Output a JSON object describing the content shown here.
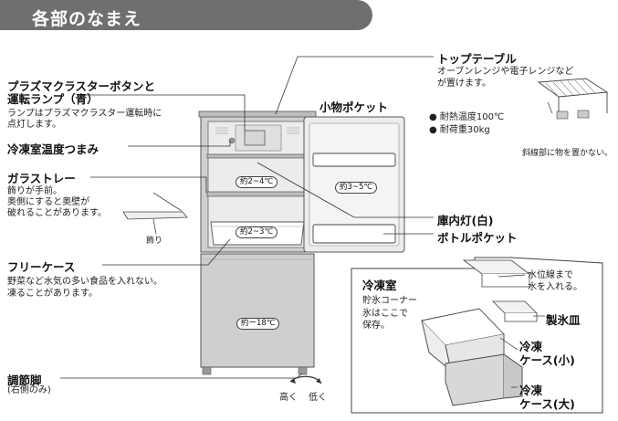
{
  "header": {
    "title": "各部のなまえ"
  },
  "labels": {
    "plasma_title_1": "プラズマクラスターボタンと",
    "plasma_title_2": "運転ランプ（青）",
    "plasma_desc_1": "ランプはプラズマクラスター運転時に",
    "plasma_desc_2": "点灯します。",
    "freezer_knob": "冷凍室温度つまみ",
    "glass_tray": "ガラストレー",
    "glass_desc_1": "飾りが手前。",
    "glass_desc_2": "奥側にすると奥壁が",
    "glass_desc_3": "破れることがあります。",
    "trim": "飾り",
    "free_case": "フリーケース",
    "free_desc_1": "野菜など水気の多い食品を入れない。",
    "free_desc_2": "凍ることがあります。",
    "adjust_foot": "調節脚",
    "adjust_sub": "(右側のみ)",
    "high": "高く",
    "low": "低く",
    "top_table": "トップテーブル",
    "top_desc_1": "オーブンレンジや電子レンジなど",
    "top_desc_2": "が置けます。",
    "heat_resist": "● 耐熱温度100℃",
    "load_limit": "● 耐荷重30kg",
    "slope_note": "斜線部に物を置かない。",
    "small_pocket": "小物ポケット",
    "interior_light": "庫内灯(白)",
    "bottle_pocket": "ボトルポケット",
    "freezer_room": "冷凍室",
    "ice_corner": "貯氷コーナー",
    "ice_desc_1": "氷はここで",
    "ice_desc_2": "保存。",
    "water_line_1": "水位線まで",
    "water_line_2": "水を入れる。",
    "ice_tray": "製氷皿",
    "freeze_case_small_1": "冷凍",
    "freeze_case_small_2": "ケース(小)",
    "freeze_case_large_1": "冷凍",
    "freeze_case_large_2": "ケース(大)"
  },
  "temps": {
    "shelf_upper": "約2~4℃",
    "shelf_lower": "約2~3℃",
    "door": "約3~5℃",
    "freezer": "約ー18℃"
  },
  "colors": {
    "header_bg": "#6f6f6f",
    "body_fill": "#cfcfcf",
    "interior_fill": "#ececec",
    "line": "#333333"
  }
}
